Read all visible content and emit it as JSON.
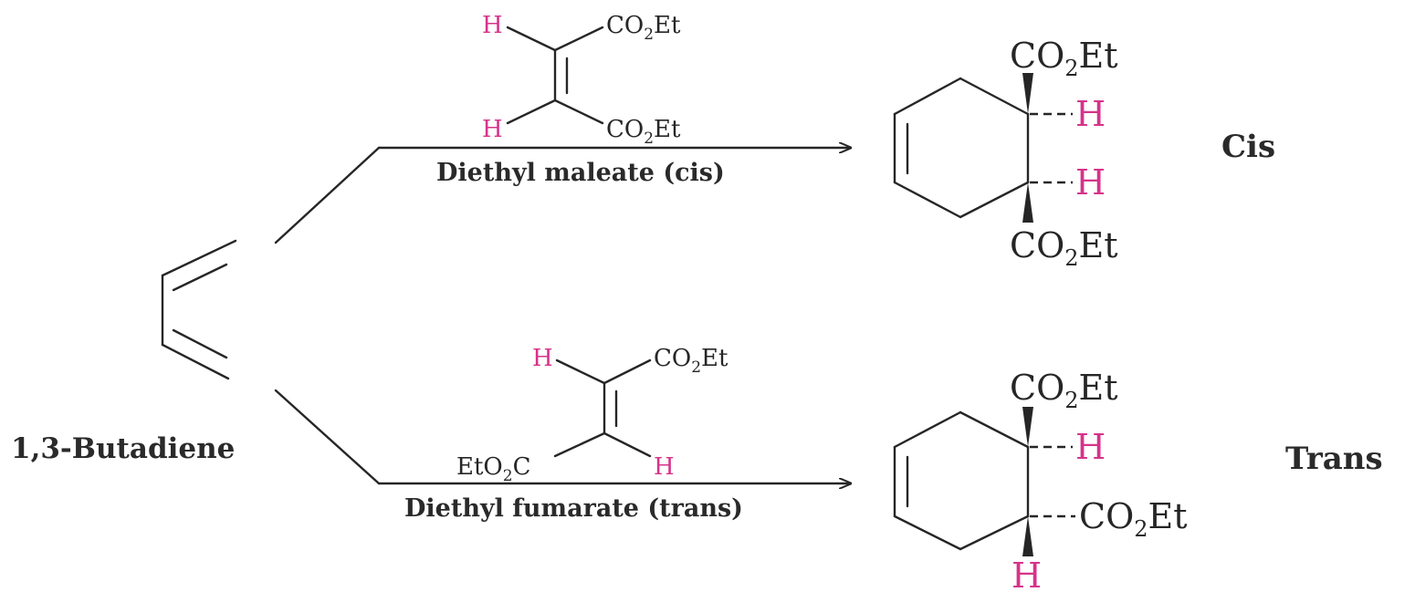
{
  "reactant": {
    "name": "1,3-Butadiene"
  },
  "top_reaction": {
    "reagent_name": "Diethyl maleate (cis)",
    "reagent_h1": "H",
    "reagent_h2": "H",
    "reagent_group1": "CO",
    "reagent_group1_sub": "2",
    "reagent_group1_tail": "Et",
    "reagent_group2": "CO",
    "reagent_group2_sub": "2",
    "reagent_group2_tail": "Et",
    "product_top_group": "CO",
    "product_top_sub": "2",
    "product_top_tail": "Et",
    "product_h1": "H",
    "product_h2": "H",
    "product_bottom_group": "CO",
    "product_bottom_sub": "2",
    "product_bottom_tail": "Et",
    "stereo_label": "Cis"
  },
  "bottom_reaction": {
    "reagent_name": "Diethyl fumarate (trans)",
    "reagent_h1": "H",
    "reagent_h2": "H",
    "reagent_group1": "CO",
    "reagent_group1_sub": "2",
    "reagent_group1_tail": "Et",
    "reagent_group2": "EtO",
    "reagent_group2_sub": "2",
    "reagent_group2_tail": "C",
    "product_top_group": "CO",
    "product_top_sub": "2",
    "product_top_tail": "Et",
    "product_h1": "H",
    "product_side_group": "CO",
    "product_side_sub": "2",
    "product_side_tail": "Et",
    "product_h2": "H",
    "stereo_label": "Trans"
  },
  "colors": {
    "hydrogen": "#d6338a",
    "ink": "#262626"
  }
}
